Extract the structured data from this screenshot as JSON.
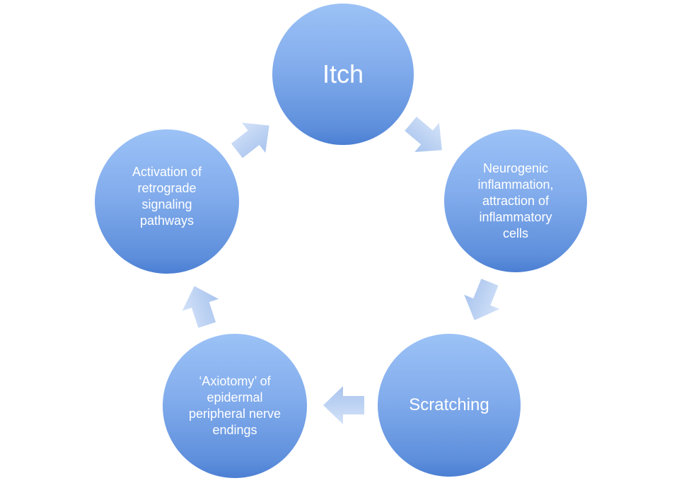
{
  "diagram": {
    "nodes": {
      "itch": "Itch",
      "inflammation": "Neurogenic inflammation, attraction of inflammatory cells",
      "scratching": "Scratching",
      "axiotomy": "‘Axiotomy’ of epidermal peripheral nerve endings",
      "retrograde": "Activation of retrograde signaling pathways"
    }
  },
  "colors": {
    "node_top": "#9cc2f6",
    "node_bottom": "#4b7fd3",
    "arrow": "#b4cdf2",
    "text": "#ffffff"
  }
}
